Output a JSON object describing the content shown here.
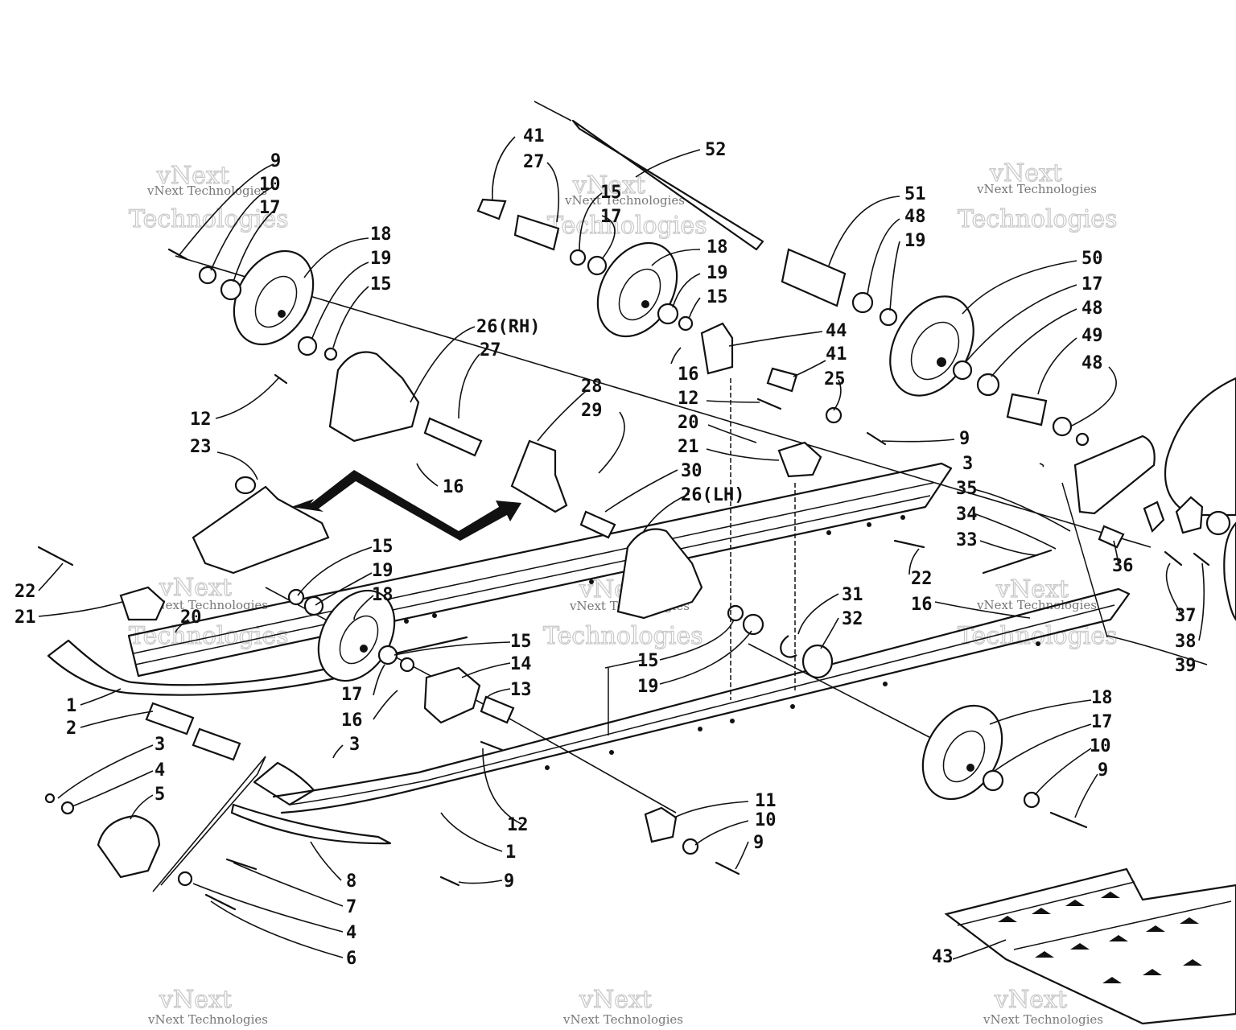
{
  "watermark": {
    "brand": "vNext",
    "line1": "vNext Technologies",
    "line2": "Technologies"
  },
  "callouts": [
    {
      "id": "c1",
      "text": "9"
    },
    {
      "id": "c2",
      "text": "10"
    },
    {
      "id": "c3",
      "text": "17"
    },
    {
      "id": "c4",
      "text": "18"
    },
    {
      "id": "c5",
      "text": "19"
    },
    {
      "id": "c6",
      "text": "15"
    },
    {
      "id": "c7",
      "text": "41"
    },
    {
      "id": "c8",
      "text": "27"
    },
    {
      "id": "c9",
      "text": "15"
    },
    {
      "id": "c10",
      "text": "17"
    },
    {
      "id": "c11",
      "text": "52"
    },
    {
      "id": "c12",
      "text": "18"
    },
    {
      "id": "c13",
      "text": "19"
    },
    {
      "id": "c14",
      "text": "15"
    },
    {
      "id": "c15",
      "text": "51"
    },
    {
      "id": "c16",
      "text": "48"
    },
    {
      "id": "c17",
      "text": "19"
    },
    {
      "id": "c18",
      "text": "50"
    },
    {
      "id": "c19",
      "text": "17"
    },
    {
      "id": "c20",
      "text": "48"
    },
    {
      "id": "c21",
      "text": "49"
    },
    {
      "id": "c22",
      "text": "48"
    },
    {
      "id": "c23",
      "text": "26(RH)"
    },
    {
      "id": "c24",
      "text": "27"
    },
    {
      "id": "c25",
      "text": "44"
    },
    {
      "id": "c26",
      "text": "16"
    },
    {
      "id": "c27",
      "text": "41"
    },
    {
      "id": "c28",
      "text": "25"
    },
    {
      "id": "c29",
      "text": "12"
    },
    {
      "id": "c30",
      "text": "12"
    },
    {
      "id": "c31",
      "text": "23"
    },
    {
      "id": "c32",
      "text": "16"
    },
    {
      "id": "c33",
      "text": "28"
    },
    {
      "id": "c34",
      "text": "29"
    },
    {
      "id": "c35",
      "text": "20"
    },
    {
      "id": "c36",
      "text": "21"
    },
    {
      "id": "c37",
      "text": "9"
    },
    {
      "id": "c38",
      "text": "30"
    },
    {
      "id": "c39",
      "text": "26(LH)"
    },
    {
      "id": "c40",
      "text": "3"
    },
    {
      "id": "c41",
      "text": "35"
    },
    {
      "id": "c42",
      "text": "34"
    },
    {
      "id": "c43",
      "text": "33"
    },
    {
      "id": "c44",
      "text": "36"
    },
    {
      "id": "c45",
      "text": "22"
    },
    {
      "id": "c46",
      "text": "16"
    },
    {
      "id": "c47",
      "text": "37"
    },
    {
      "id": "c48",
      "text": "38"
    },
    {
      "id": "c49",
      "text": "39"
    },
    {
      "id": "c50",
      "text": "22"
    },
    {
      "id": "c51",
      "text": "21"
    },
    {
      "id": "c52",
      "text": "20"
    },
    {
      "id": "c53",
      "text": "15"
    },
    {
      "id": "c54",
      "text": "19"
    },
    {
      "id": "c55",
      "text": "18"
    },
    {
      "id": "c56",
      "text": "31"
    },
    {
      "id": "c57",
      "text": "32"
    },
    {
      "id": "c58",
      "text": "15"
    },
    {
      "id": "c59",
      "text": "19"
    },
    {
      "id": "c60",
      "text": "15"
    },
    {
      "id": "c61",
      "text": "14"
    },
    {
      "id": "c62",
      "text": "13"
    },
    {
      "id": "c63",
      "text": "17"
    },
    {
      "id": "c64",
      "text": "16"
    },
    {
      "id": "c65",
      "text": "1"
    },
    {
      "id": "c66",
      "text": "2"
    },
    {
      "id": "c67",
      "text": "3"
    },
    {
      "id": "c68",
      "text": "4"
    },
    {
      "id": "c69",
      "text": "5"
    },
    {
      "id": "c70",
      "text": "3"
    },
    {
      "id": "c71",
      "text": "12"
    },
    {
      "id": "c72",
      "text": "1"
    },
    {
      "id": "c73",
      "text": "8"
    },
    {
      "id": "c74",
      "text": "7"
    },
    {
      "id": "c75",
      "text": "4"
    },
    {
      "id": "c76",
      "text": "6"
    },
    {
      "id": "c77",
      "text": "9"
    },
    {
      "id": "c78",
      "text": "11"
    },
    {
      "id": "c79",
      "text": "10"
    },
    {
      "id": "c80",
      "text": "9"
    },
    {
      "id": "c81",
      "text": "18"
    },
    {
      "id": "c82",
      "text": "17"
    },
    {
      "id": "c83",
      "text": "10"
    },
    {
      "id": "c84",
      "text": "9"
    },
    {
      "id": "c85",
      "text": "43"
    }
  ]
}
